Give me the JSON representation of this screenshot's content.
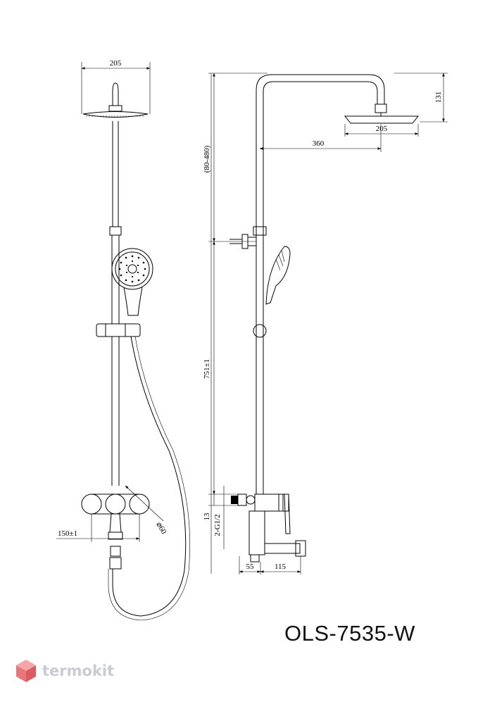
{
  "model": "OLS-7535-W",
  "brand": {
    "name": "termokit",
    "logo_color": "#e8757a"
  },
  "front_view": {
    "dims": {
      "head_width": "205",
      "mixer_offset": "150±1",
      "knob_diameter": "⌀60"
    }
  },
  "side_view": {
    "dims": {
      "head_height": "131",
      "head_width": "205",
      "arm_reach": "360",
      "bracket_range": "(80-480)",
      "bar_length": "751±1",
      "inlet_height": "13",
      "thread": "2-G1/2",
      "wall_offset": "55",
      "spout_length": "115"
    }
  }
}
